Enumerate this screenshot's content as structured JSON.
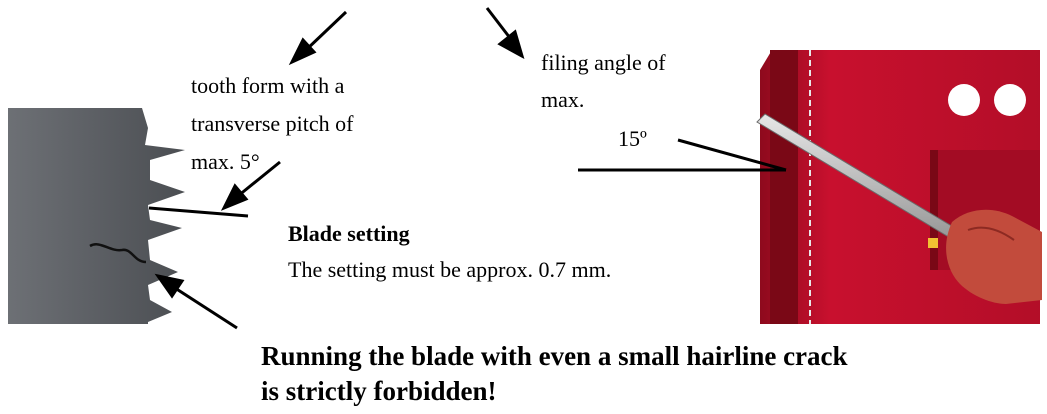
{
  "labels": {
    "tooth_form_line1": "tooth form with a",
    "tooth_form_line2": "transverse pitch of",
    "tooth_form_line3": "max. 5°",
    "filing_angle_line1": "filing angle of",
    "filing_angle_line2": "max.",
    "angle_value": "15º",
    "blade_setting_title": "Blade setting",
    "blade_setting_text": "The setting must be approx. 0.7 mm.",
    "warning_line1": "Running the blade with even a small hairline crack",
    "warning_line2": "is strictly forbidden!"
  },
  "colors": {
    "blade": "#5f6166",
    "machine_red": "#c8102e",
    "arrow": "#000000",
    "glove": "#c24b3c"
  }
}
